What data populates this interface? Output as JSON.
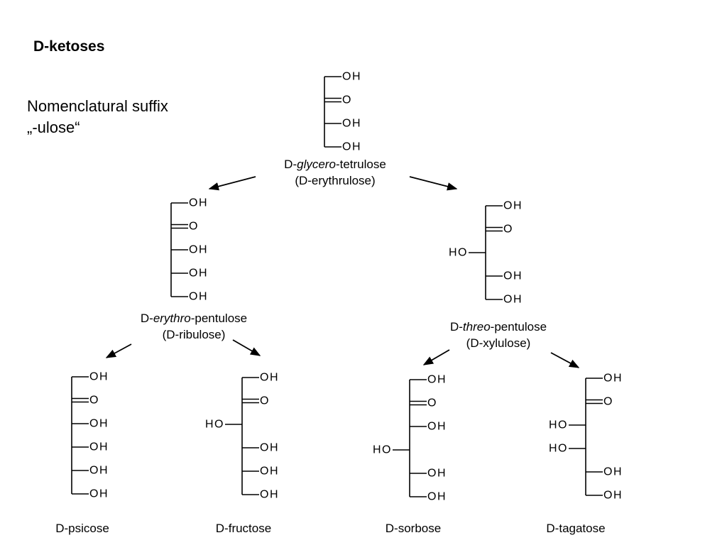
{
  "title": "D-ketoses",
  "subtitle": {
    "line1": "Nomenclatural suffix",
    "line2": "„-ulose“"
  },
  "groups": {
    "hydroxyl": "OH",
    "carbonyl": "O",
    "hydroxyl_left": "HO"
  },
  "compounds": [
    {
      "id": "tetrulose",
      "name_prefix": "D-",
      "name_italic": "glycero",
      "name_suffix": "-tetrulose",
      "common": "(D-erythrulose)",
      "carbons": [
        "OH-R",
        "O-R",
        "OH-R",
        "OH-R"
      ]
    },
    {
      "id": "ribulose",
      "name_prefix": "D-",
      "name_italic": "erythro",
      "name_suffix": "-pentulose",
      "common": "(D-ribulose)",
      "carbons": [
        "OH-R",
        "O-R",
        "OH-R",
        "OH-R",
        "OH-R"
      ]
    },
    {
      "id": "xylulose",
      "name_prefix": "D-",
      "name_italic": "threo",
      "name_suffix": "-pentulose",
      "common": "(D-xylulose)",
      "carbons": [
        "OH-R",
        "O-R",
        "HO-L",
        "OH-R",
        "OH-R"
      ]
    },
    {
      "id": "psicose",
      "name": "D-psicose",
      "carbons": [
        "OH-R",
        "O-R",
        "OH-R",
        "OH-R",
        "OH-R",
        "OH-R"
      ]
    },
    {
      "id": "fructose",
      "name": "D-fructose",
      "carbons": [
        "OH-R",
        "O-R",
        "HO-L",
        "OH-R",
        "OH-R",
        "OH-R"
      ]
    },
    {
      "id": "sorbose",
      "name": "D-sorbose",
      "carbons": [
        "OH-R",
        "O-R",
        "OH-R",
        "HO-L",
        "OH-R",
        "OH-R"
      ]
    },
    {
      "id": "tagatose",
      "name": "D-tagatose",
      "carbons": [
        "OH-R",
        "O-R",
        "HO-L",
        "HO-L",
        "OH-R",
        "OH-R"
      ]
    }
  ],
  "arrows": [
    {
      "from": "tetrulose",
      "to": "ribulose"
    },
    {
      "from": "tetrulose",
      "to": "xylulose"
    },
    {
      "from": "ribulose",
      "to": "psicose"
    },
    {
      "from": "ribulose",
      "to": "fructose"
    },
    {
      "from": "xylulose",
      "to": "sorbose"
    },
    {
      "from": "xylulose",
      "to": "tagatose"
    }
  ]
}
